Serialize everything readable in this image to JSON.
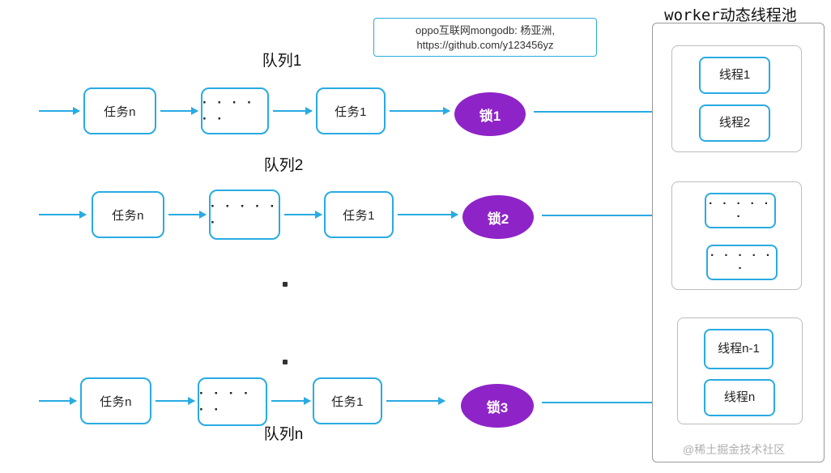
{
  "diagram": {
    "note": {
      "line1": "oppo互联网mongodb: 杨亚洲,",
      "line2": "https://github.com/y123456yz"
    },
    "pool_title": "worker动态线程池",
    "watermark": "@稀土掘金技术社区",
    "queues": [
      {
        "label": "队列1",
        "task_n": "任务n",
        "dots": "· · · · · ·",
        "task_1": "任务1",
        "lock": "锁1"
      },
      {
        "label": "队列2",
        "task_n": "任务n",
        "dots": "· · · · · ·",
        "task_1": "任务1",
        "lock": "锁2"
      },
      {
        "label": "队列n",
        "task_n": "任务n",
        "dots": "· · · · · ·",
        "task_1": "任务1",
        "lock": "锁3"
      }
    ],
    "pool_groups": [
      {
        "items": [
          "线程1",
          "线程2"
        ]
      },
      {
        "items": [
          "· · · · · ·",
          "· · · · · ·"
        ]
      },
      {
        "items": [
          "线程n-1",
          "线程n"
        ]
      }
    ],
    "colors": {
      "accent": "#29ABE2",
      "lock": "#8E24C8",
      "pool_border": "#9a9a9a",
      "watermark": "#b0b0b0"
    }
  }
}
